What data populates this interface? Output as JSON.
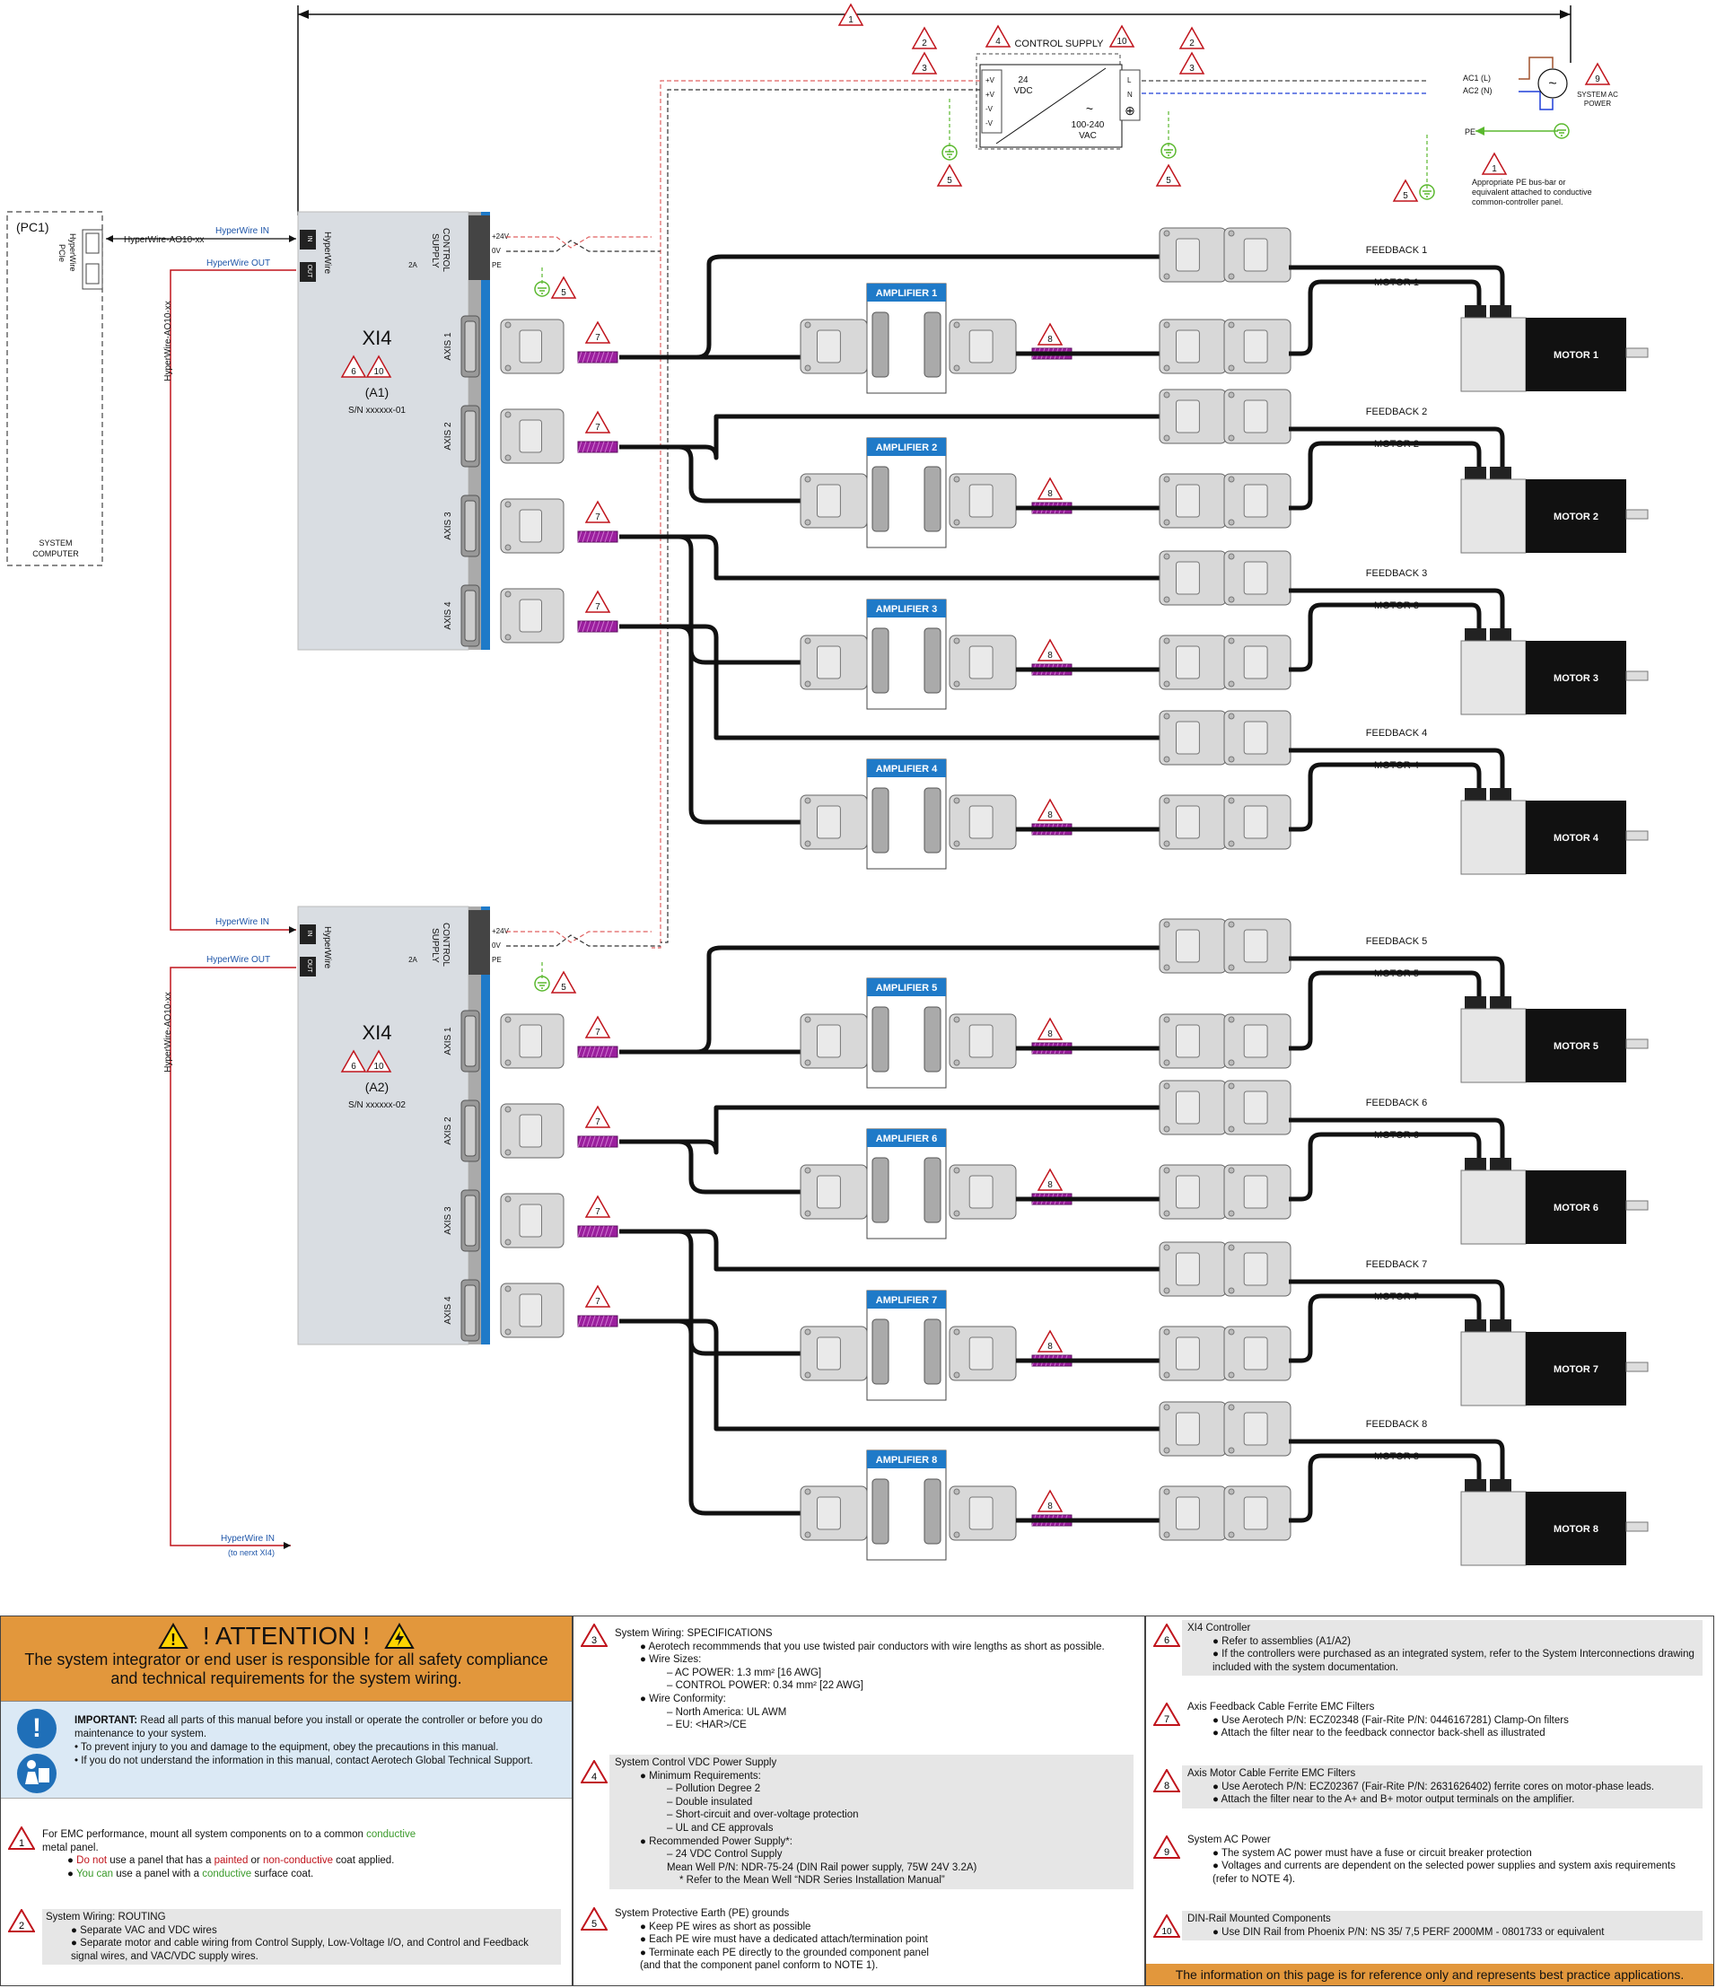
{
  "diagram": {
    "dimension_label": "1",
    "pc": {
      "label": "(PC1)",
      "card_label_1": "HyperWire",
      "card_label_2": "PCIe",
      "system_label_1": "SYSTEM",
      "system_label_2": "COMPUTER"
    },
    "hyperwire_cable": "HyperWire-AO10-xx",
    "hyperwire_in": "HyperWire IN",
    "hyperwire_out": "HyperWire OUT",
    "hyperwire_in_next": "HyperWire IN",
    "hyperwire_next_sub": "(to nerxt XI4)",
    "control_supply": {
      "title": "CONTROL SUPPLY",
      "vdc": "24",
      "vdc_unit": "VDC",
      "vac": "100-240",
      "vac_unit": "VAC",
      "pins_left": [
        "+V",
        "+V",
        "-V",
        "-V"
      ],
      "pins_right": [
        "L",
        "N"
      ],
      "tilde": "~"
    },
    "ac_power": {
      "ac1": "AC1 (L)",
      "ac2": "AC2 (N)",
      "pe": "PE",
      "label_1": "SYSTEM AC",
      "label_2": "POWER"
    },
    "pe_bus_note": [
      "Appropriate PE bus-bar or",
      "equivalent attached to conductive",
      "common-controller panel."
    ],
    "controllers": [
      {
        "name": "XI4",
        "designator": "(A1)",
        "serial": "S/N xxxxxx-01"
      },
      {
        "name": "XI4",
        "designator": "(A2)",
        "serial": "S/N xxxxxx-02"
      }
    ],
    "controller_labels": {
      "hyperwire": "HyperWire",
      "in": "IN",
      "out": "OUT",
      "control_supply_1": "CONTROL",
      "control_supply_2": "SUPPLY",
      "fuse": "2A",
      "v24": "+24V",
      "v0": "0V",
      "pe": "PE"
    },
    "axis_labels": [
      "AXIS 1",
      "AXIS 2",
      "AXIS 3",
      "AXIS 4"
    ],
    "amplifiers": [
      "AMPLIFIER 1",
      "AMPLIFIER 2",
      "AMPLIFIER 3",
      "AMPLIFIER 4",
      "AMPLIFIER 5",
      "AMPLIFIER 6",
      "AMPLIFIER 7",
      "AMPLIFIER 8"
    ],
    "feedbacks": [
      "FEEDBACK 1",
      "FEEDBACK 2",
      "FEEDBACK 3",
      "FEEDBACK 4",
      "FEEDBACK 5",
      "FEEDBACK 6",
      "FEEDBACK 7",
      "FEEDBACK 8"
    ],
    "motor_cables": [
      "MOTOR 1",
      "MOTOR 2",
      "MOTOR 3",
      "MOTOR 4",
      "MOTOR 5",
      "MOTOR 6",
      "MOTOR 7",
      "MOTOR 8"
    ],
    "motors": [
      "MOTOR 1",
      "MOTOR 2",
      "MOTOR 3",
      "MOTOR 4",
      "MOTOR 5",
      "MOTOR 6",
      "MOTOR 7",
      "MOTOR 8"
    ],
    "colors": {
      "controller": "#d9dde2",
      "blue_bar": "#1f7ac8",
      "amp_header": "#1f7ac8",
      "ferrite": "#9b1f9e",
      "hyperwire": "#c0141c",
      "ground": "#5ab82e",
      "ac_l": "#a0522d",
      "ac_n": "#1f3fd8",
      "note_bg": "#e2973c"
    }
  },
  "notes": {
    "attention": {
      "title": "! ATTENTION !",
      "body": "The system integrator or end user is responsible for all safety compliance and technical requirements for the system wiring."
    },
    "important": {
      "lead": "IMPORTANT:",
      "line1": "Read all parts of this manual before you install or operate the controller or before you do maintenance to your system.",
      "line2": "• To prevent injury to you and damage to the equipment, obey the precautions in this manual.",
      "line3": "• If you do not understand the information in this manual, contact Aerotech Global Technical Support."
    },
    "n1": {
      "num": "1",
      "text_a": "For EMC performance, mount all system components on to a common ",
      "text_b": "conductive",
      "text_c": "metal panel.",
      "b1_a": "Do not",
      "b1_b": " use a panel that has a ",
      "b1_c": "painted",
      "b1_d": " or ",
      "b1_e": "non-conductive",
      "b1_f": " coat applied.",
      "b2_a": "You can",
      "b2_b": " use a panel with a ",
      "b2_c": "conductive",
      "b2_d": " surface coat."
    },
    "n2": {
      "num": "2",
      "title": "System Wiring: ROUTING",
      "items": [
        "Separate VAC and VDC wires",
        "Separate motor and cable wiring from Control Supply, Low-Voltage I/O, and Control and Feedback signal wires, and VAC/VDC supply wires."
      ]
    },
    "n3": {
      "num": "3",
      "title": "System Wiring: SPECIFICATIONS",
      "b1": "Aerotech recommmends that you use twisted pair conductors with wire lengths as short as possible.",
      "b2": "Wire Sizes:",
      "b2_items": [
        "– AC POWER: 1.3 mm² [16 AWG]",
        "– CONTROL POWER: 0.34 mm² [22 AWG]"
      ],
      "b3": "Wire Conformity:",
      "b3_items": [
        "– North America: UL AWM",
        "– EU: <HAR>/CE"
      ]
    },
    "n4": {
      "num": "4",
      "title": "System Control VDC Power Supply",
      "b1": "Minimum Requirements:",
      "b1_items": [
        "– Pollution Degree 2",
        "– Double insulated",
        "– Short-circuit and over-voltage protection",
        "– UL and CE approvals"
      ],
      "b2": "Recommended Power Supply*:",
      "b2_items": [
        "– 24 VDC Control Supply",
        "Mean Well P/N: NDR-75-24 (DIN Rail power supply, 75W 24V 3.2A)",
        "* Refer to the Mean Well “NDR Series Installation Manual”"
      ]
    },
    "n5": {
      "num": "5",
      "title": "System Protective Earth (PE) grounds",
      "items": [
        "Keep PE wires as short as possible",
        "Each PE wire must have a dedicated attach/termination point",
        "Terminate each PE directly to the grounded component panel"
      ],
      "tail": "(and that the component panel conform to NOTE 1)."
    },
    "n6": {
      "num": "6",
      "title": "XI4 Controller",
      "items": [
        "Refer to assemblies (A1/A2)",
        "If the controllers were purchased as an integrated system, refer to the System Interconnections drawing included with the system documentation."
      ]
    },
    "n7": {
      "num": "7",
      "title": "Axis Feedback Cable Ferrite EMC Filters",
      "items": [
        "Use Aerotech P/N: ECZ02348 (Fair-Rite P/N: 0446167281) Clamp-On filters",
        "Attach the filter near to the feedback connector back-shell as illustrated"
      ]
    },
    "n8": {
      "num": "8",
      "title": "Axis Motor Cable Ferrite EMC Filters",
      "items": [
        "Use Aerotech P/N: ECZ02367 (Fair-Rite P/N: 2631626402) ferrite cores on motor-phase leads.",
        "Attach the filter near to the A+ and B+ motor output terminals on the amplifier."
      ]
    },
    "n9": {
      "num": "9",
      "title": "System AC Power",
      "items": [
        "The system AC power must have a fuse or circuit breaker protection",
        "Voltages and currents are dependent on the selected power supplies and system axis requirements (refer to NOTE 4)."
      ]
    },
    "n10": {
      "num": "10",
      "title": "DIN-Rail Mounted Components",
      "items": [
        "Use DIN Rail from Phoenix P/N: NS 35/ 7,5 PERF 2000MM - 0801733 or equivalent"
      ]
    },
    "footer": "The information on this page is for reference only and represents best practice applications."
  }
}
